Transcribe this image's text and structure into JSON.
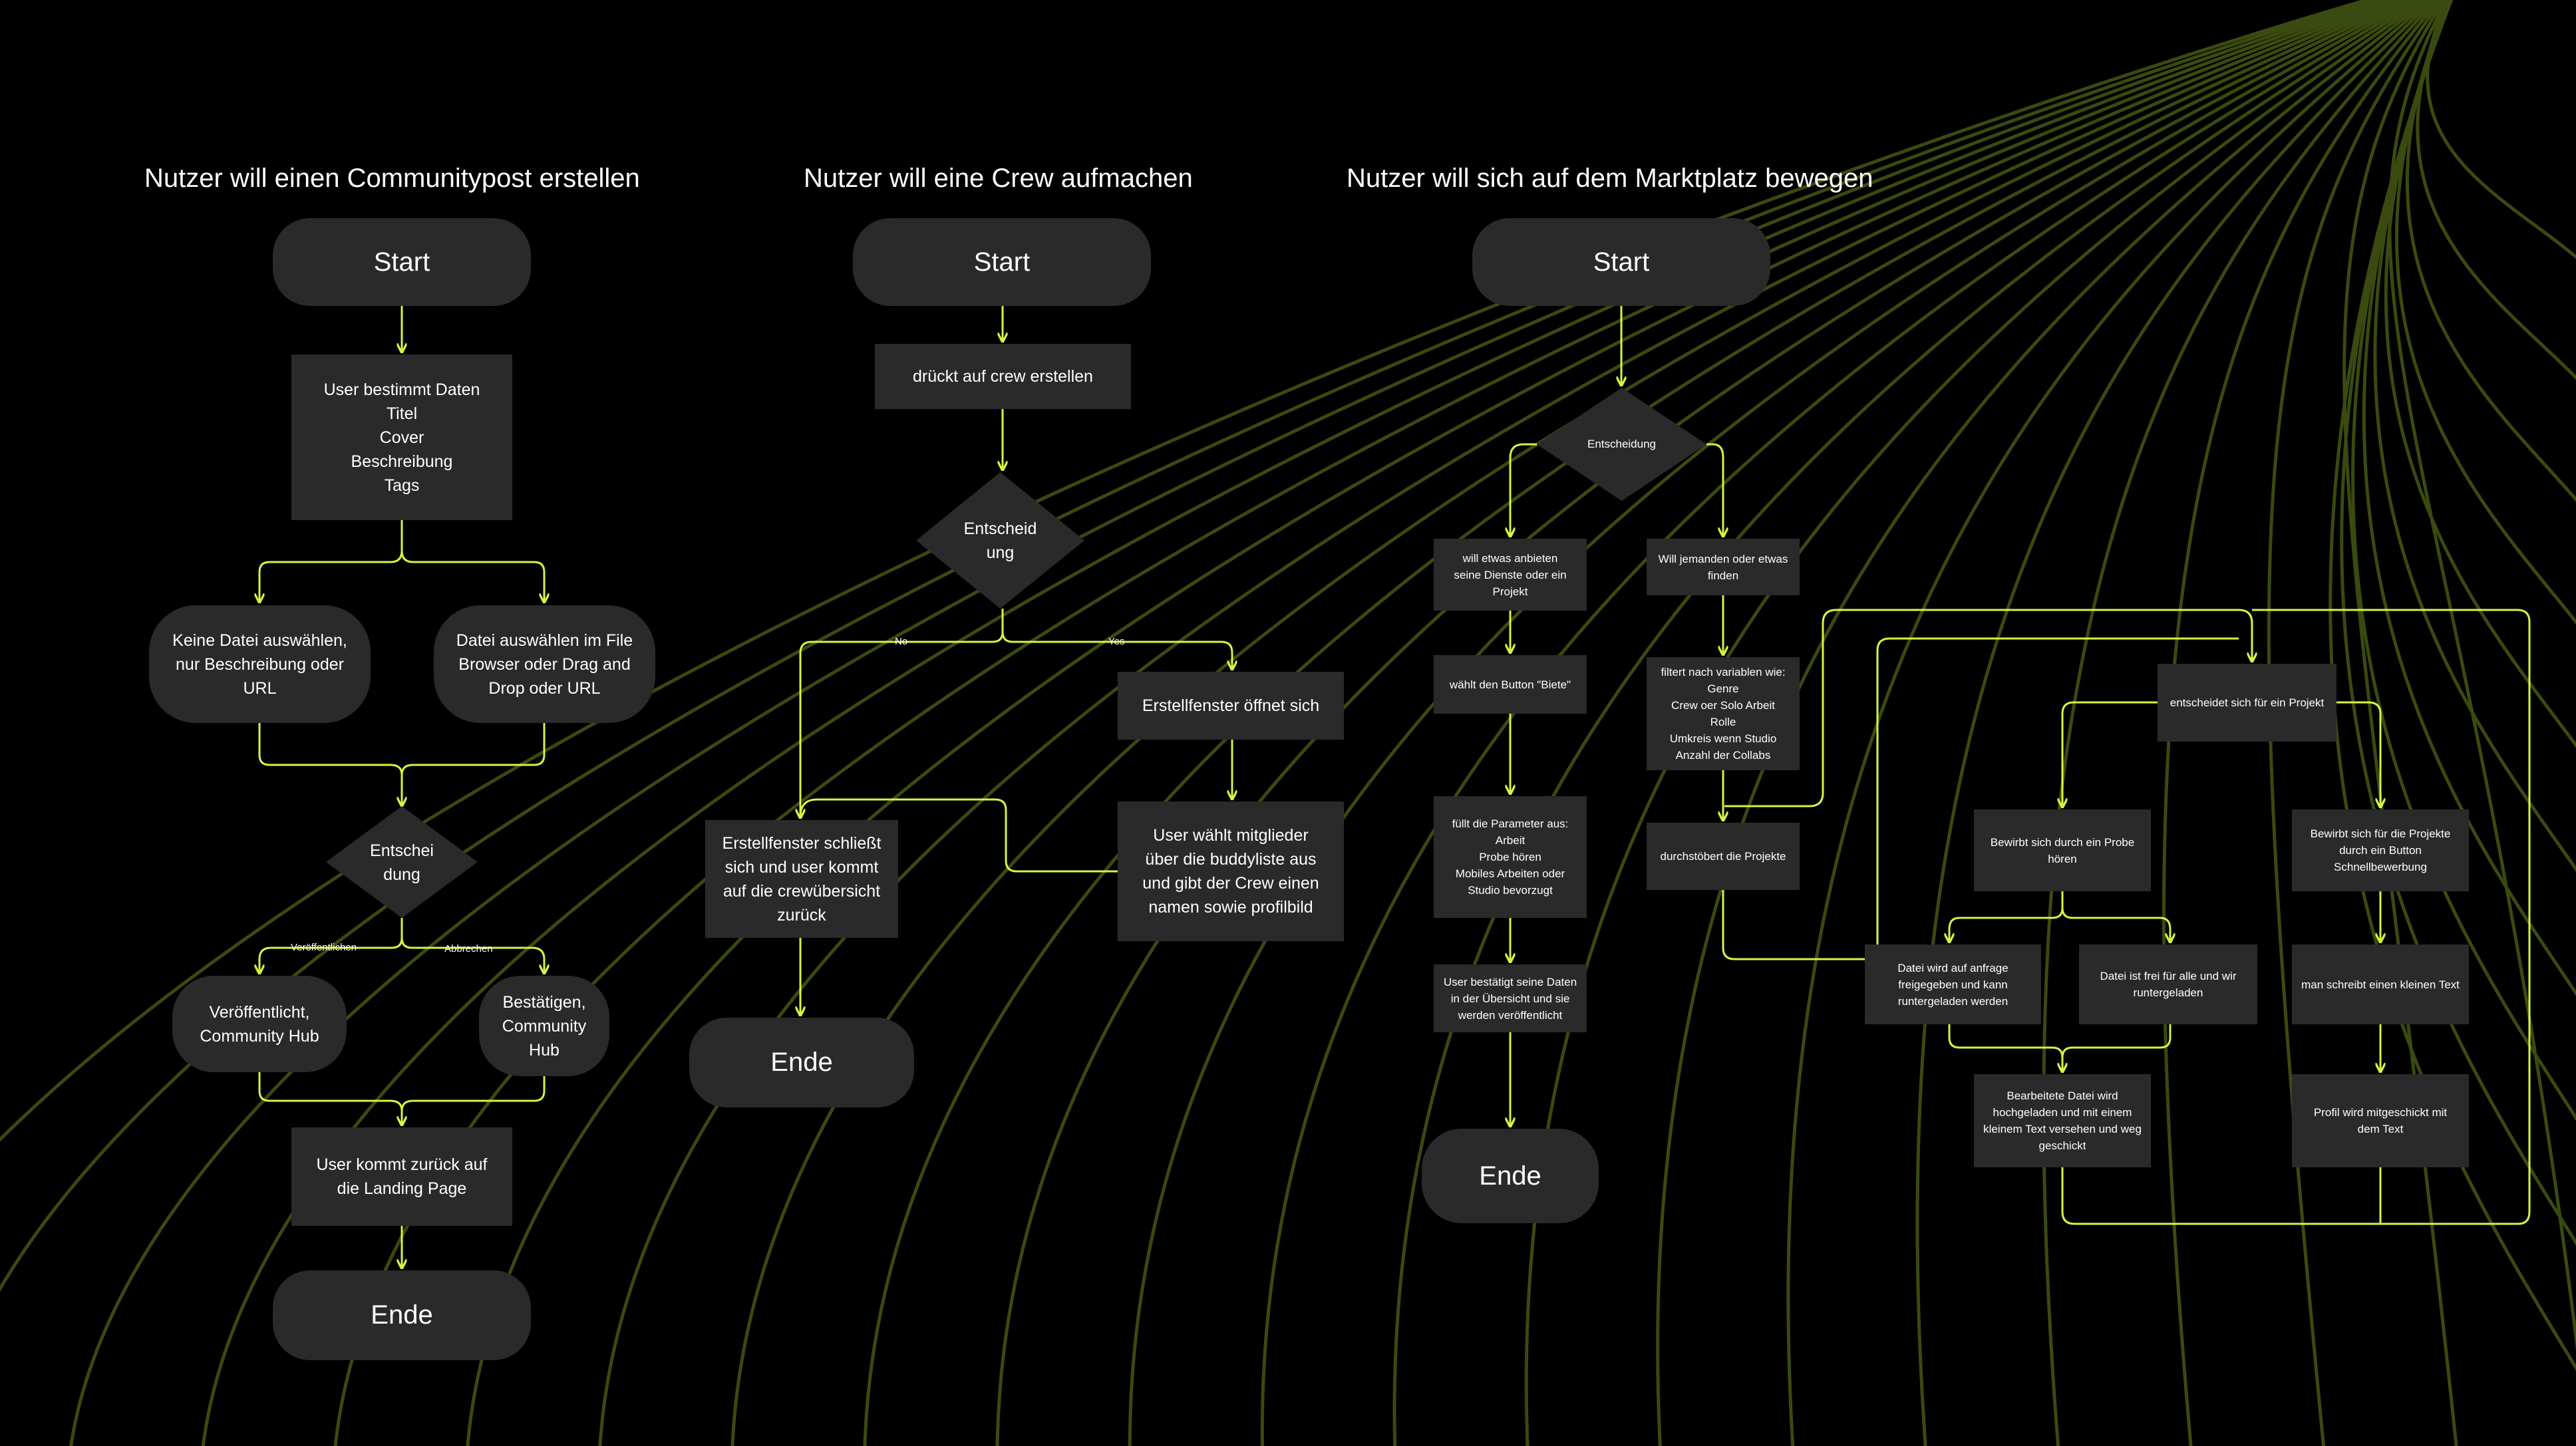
{
  "colors": {
    "background": "#000000",
    "node": "#2a2a2a",
    "connector": "#d4f542",
    "swirl": "#3a4a10",
    "text": "#ffffff"
  },
  "flow1": {
    "title": "Nutzer will einen Communitypost erstellen",
    "start": "Start",
    "data_step": "User bestimmt Daten\nTitel\nCover\nBeschreibung\nTags",
    "option_left": "Keine Datei auswählen,\nnur Beschreibung oder\nURL",
    "option_right": "Datei auswählen im File\nBrowser oder Drag and\nDrop oder URL",
    "decision": "Entschei\ndung",
    "label_left": "Veröffentlichen",
    "label_right": "Abbrechen",
    "result_left": "Veröffentlicht,\nCommunity Hub",
    "result_right": "Bestätigen,\nCommunity\nHub",
    "landing": "User kommt zurück auf\ndie Landing Page",
    "end": "Ende"
  },
  "flow2": {
    "title": "Nutzer will eine Crew aufmachen",
    "start": "Start",
    "press": "drückt auf crew erstellen",
    "decision": "Entscheid\nung",
    "label_no": "No",
    "label_yes": "Yes",
    "window_opens": "Erstellfenster öffnet sich",
    "select_members": "User wählt mitglieder\nüber die buddyliste aus\nund gibt der Crew einen\nnamen sowie profilbild",
    "window_closes": "Erstellfenster schließt\nsich und user kommt\nauf die crewübersicht\nzurück",
    "end": "Ende"
  },
  "flow3": {
    "title": "Nutzer will sich auf dem Marktplatz bewegen",
    "start": "Start",
    "decision": "Entscheidung",
    "offer": "will etwas anbieten\nseine Dienste oder ein\nProjekt",
    "button_biete": "wählt den Button \"Biete\"",
    "parameters": "füllt die Parameter aus:\nArbeit\nProbe hören\nMobiles Arbeiten oder\nStudio bevorzugt",
    "confirm": "User bestätigt seine Daten\nin der Übersicht und sie\nwerden veröffentlicht",
    "end": "Ende",
    "find": "Will jemanden oder etwas\nfinden",
    "filter": "filtert nach variablen wie:\nGenre\nCrew oer Solo Arbeit\nRolle\nUmkreis wenn Studio\nAnzahl der Collabs",
    "browse": "durchstöbert die Projekte",
    "choose_project": "entscheidet sich für ein Projekt",
    "apply_probe": "Bewirbt sich durch ein Probe\nhören",
    "apply_quick": "Bewirbt sich für die Projekte\ndurch ein Button\nSchnellbewerbung",
    "file_on_request": "Datei wird auf anfrage\nfreigegeben und kann\nruntergeladen werden",
    "file_free": "Datei ist frei für alle und wir\nruntergeladen",
    "short_text": "man schreibt einen kleinen Text",
    "edited_file": "Bearbeitete Datei wird\nhochgeladen und mit einem\nkleinem Text versehen und weg\ngeschickt",
    "profile_sent": "Profil wird mitgeschickt mit\ndem Text"
  }
}
